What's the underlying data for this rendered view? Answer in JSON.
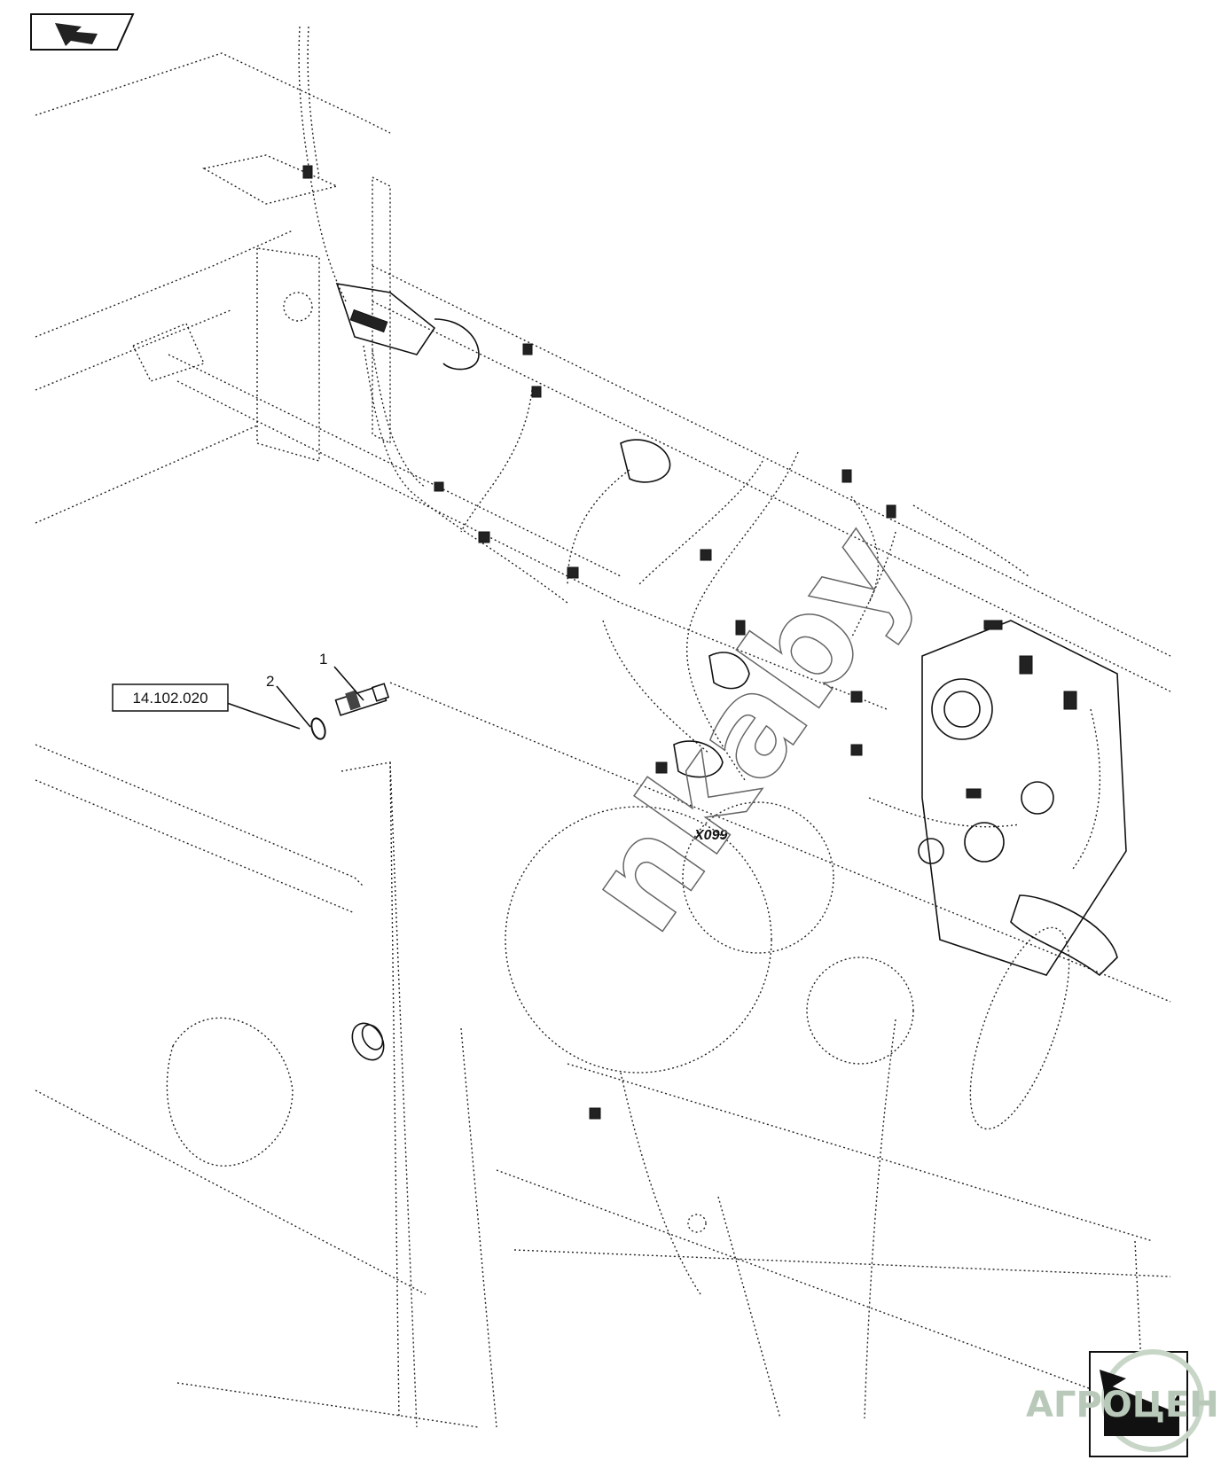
{
  "callouts": {
    "item_1": "1",
    "item_2": "2",
    "reference": "14.102.020",
    "connector": "X099"
  },
  "watermarks": {
    "diagonal": "nkaby",
    "logo_text": "АГРОЦЕН"
  },
  "icons": {
    "top_left": "previous-page-arrow-icon",
    "bottom_right": "next-page-arrow-icon"
  }
}
